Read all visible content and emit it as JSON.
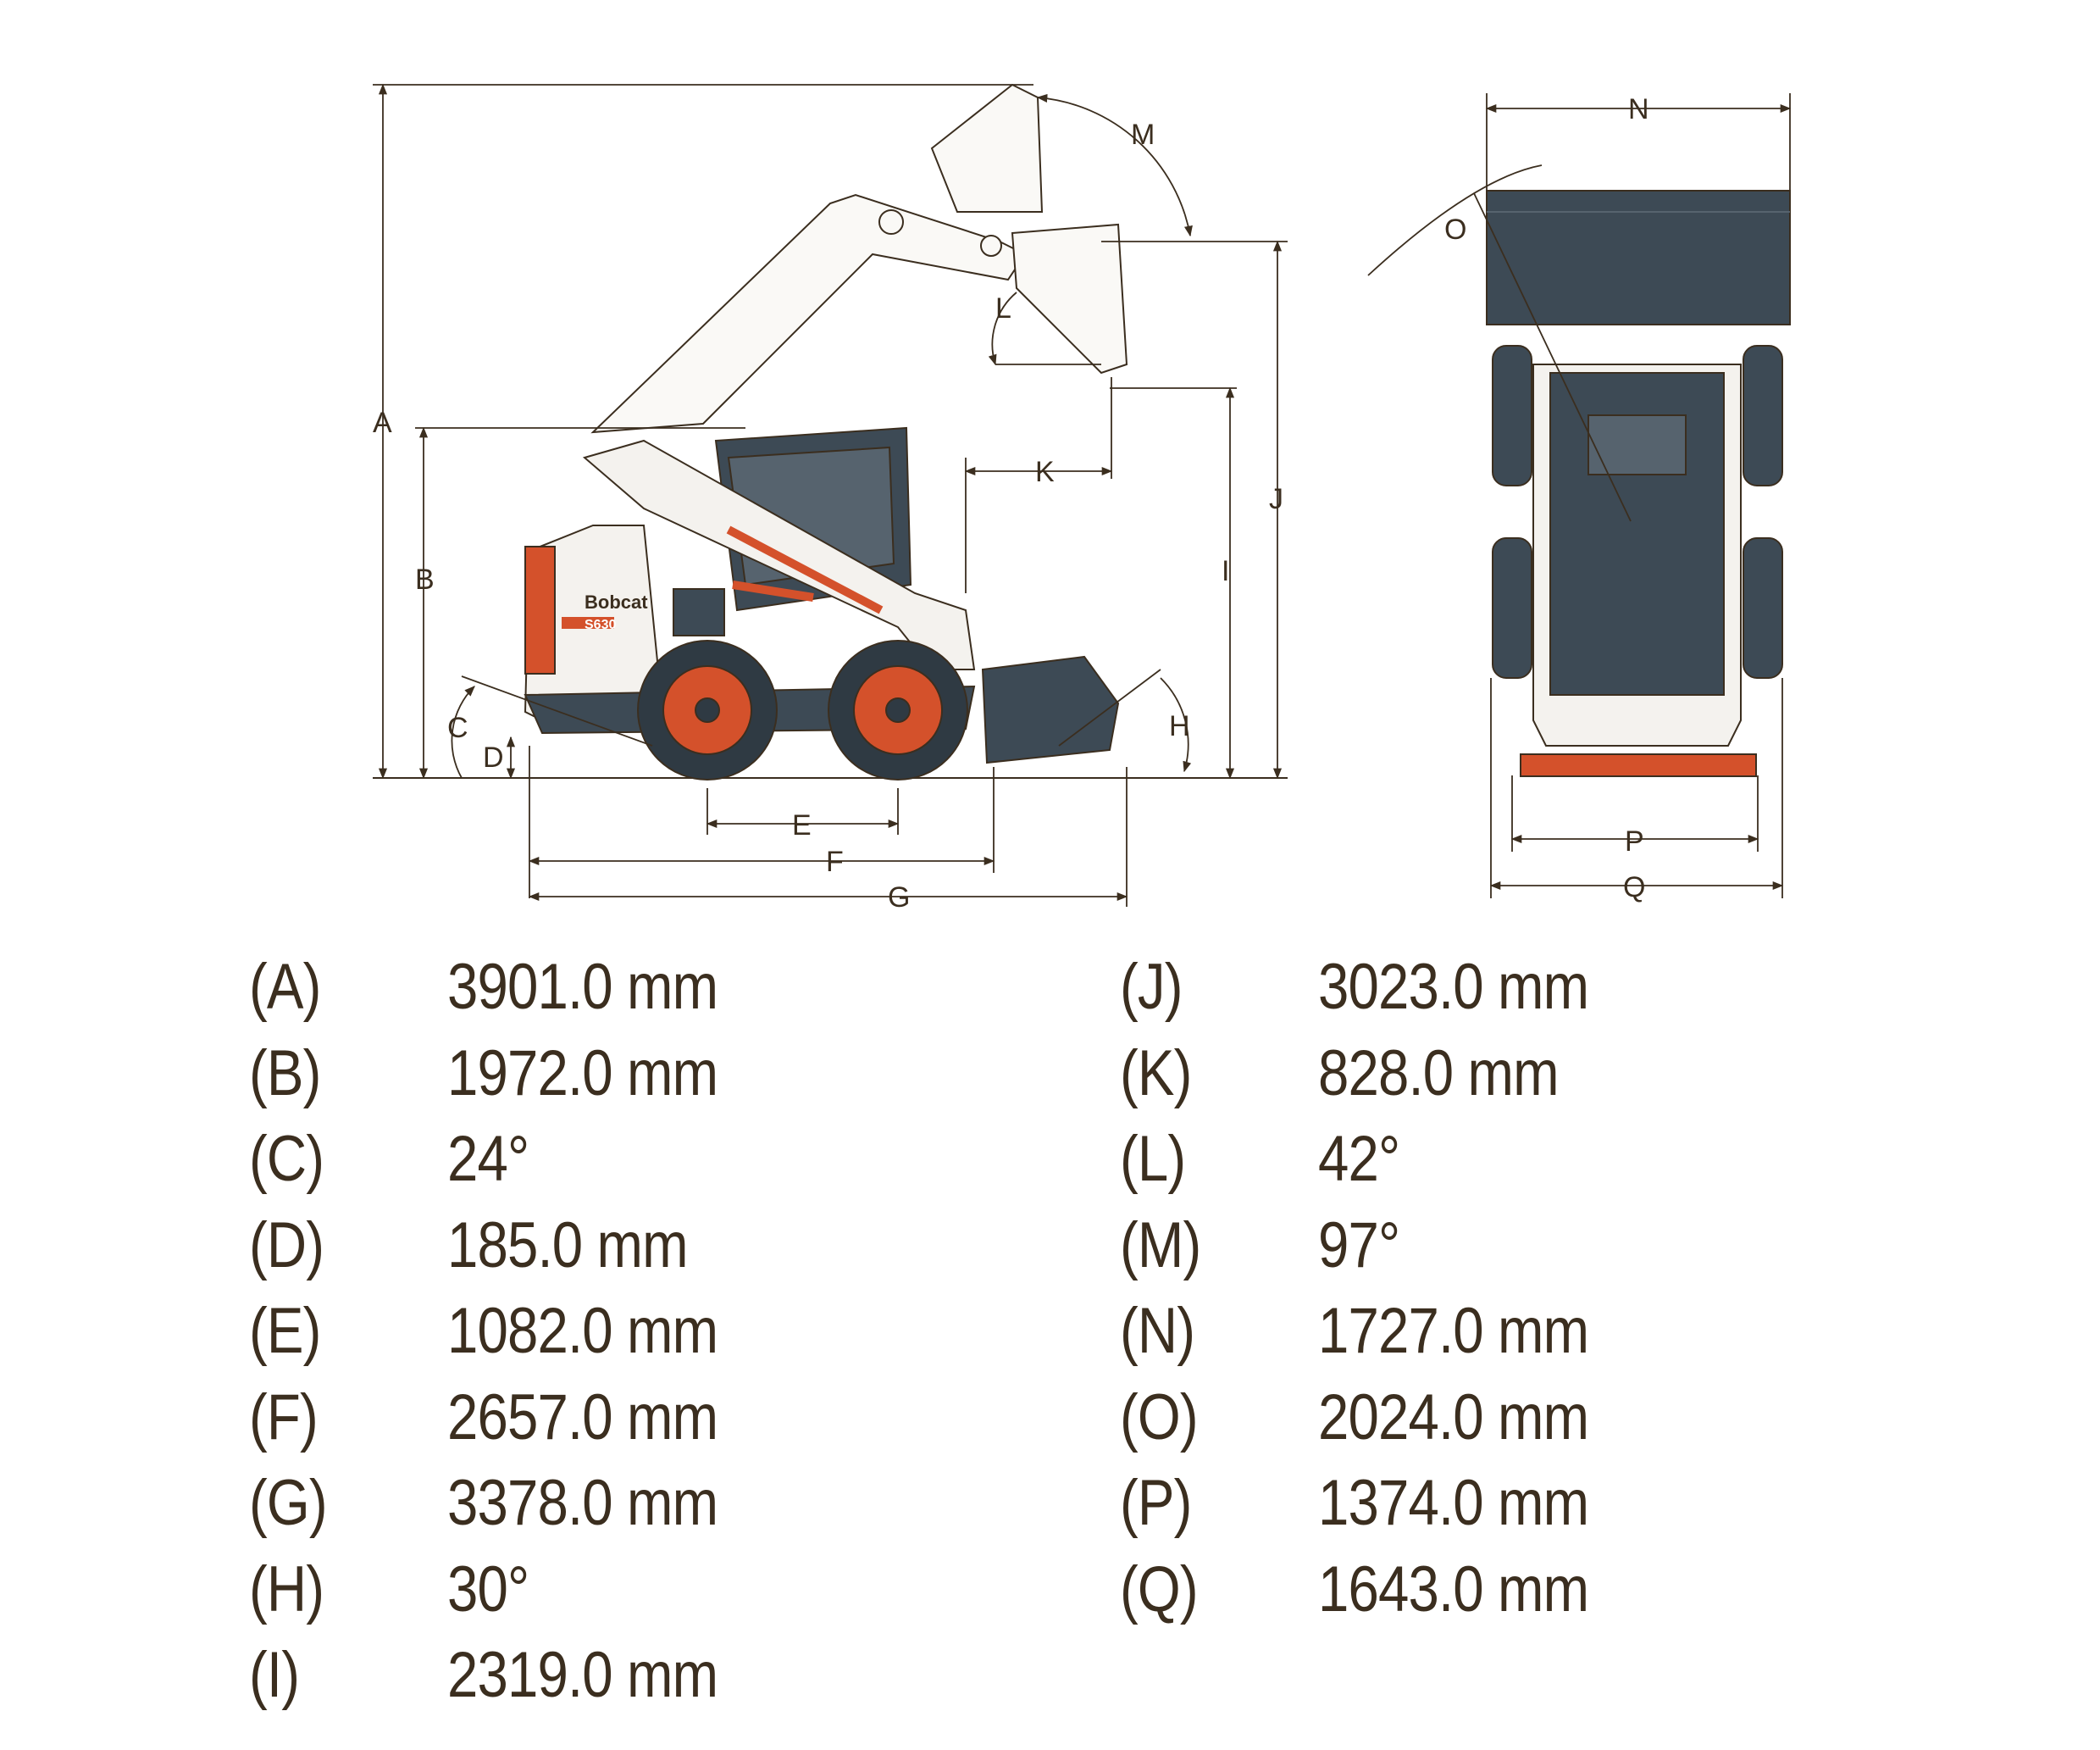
{
  "diagram": {
    "side_view_labels": [
      "A",
      "B",
      "C",
      "D",
      "E",
      "F",
      "G",
      "H",
      "I",
      "J",
      "K",
      "L",
      "M"
    ],
    "top_view_labels": [
      "N",
      "O",
      "P",
      "Q"
    ],
    "brand": "Bobcat",
    "model": "S630",
    "colors": {
      "line": "#3b2e1f",
      "body_dark": "#3d4a55",
      "accent_orange": "#d4512b",
      "machine_white": "#f4f2ee"
    }
  },
  "specs": {
    "left": [
      {
        "key": "(A)",
        "value": "3901.0 mm"
      },
      {
        "key": "(B)",
        "value": "1972.0 mm"
      },
      {
        "key": "(C)",
        "value": "24°"
      },
      {
        "key": "(D)",
        "value": "185.0 mm"
      },
      {
        "key": "(E)",
        "value": "1082.0 mm"
      },
      {
        "key": "(F)",
        "value": "2657.0 mm"
      },
      {
        "key": "(G)",
        "value": "3378.0 mm"
      },
      {
        "key": "(H)",
        "value": "30°"
      },
      {
        "key": "(I)",
        "value": "2319.0 mm"
      }
    ],
    "right": [
      {
        "key": "(J)",
        "value": "3023.0 mm"
      },
      {
        "key": "(K)",
        "value": "828.0 mm"
      },
      {
        "key": "(L)",
        "value": "42°"
      },
      {
        "key": "(M)",
        "value": "97°"
      },
      {
        "key": "(N)",
        "value": "1727.0 mm"
      },
      {
        "key": "(O)",
        "value": "2024.0 mm"
      },
      {
        "key": "(P)",
        "value": "1374.0 mm"
      },
      {
        "key": "(Q)",
        "value": "1643.0 mm"
      }
    ]
  }
}
